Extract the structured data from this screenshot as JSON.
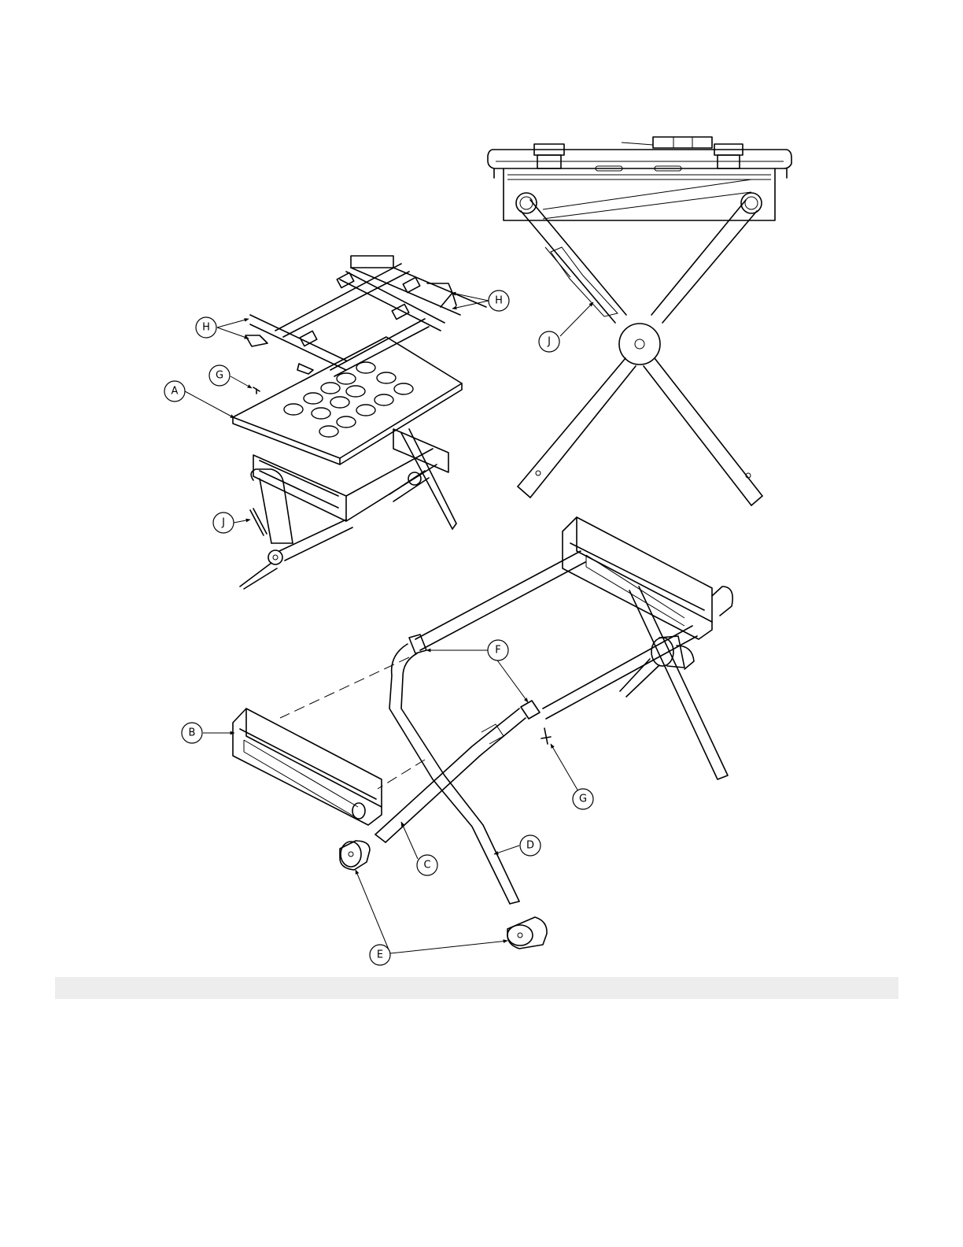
{
  "callouts": {
    "A": "A",
    "B": "B",
    "C": "C",
    "D": "D",
    "E": "E",
    "F": "F",
    "G1": "G",
    "G2": "G",
    "H1": "H",
    "H2": "H",
    "J1": "J",
    "J2": "J"
  }
}
